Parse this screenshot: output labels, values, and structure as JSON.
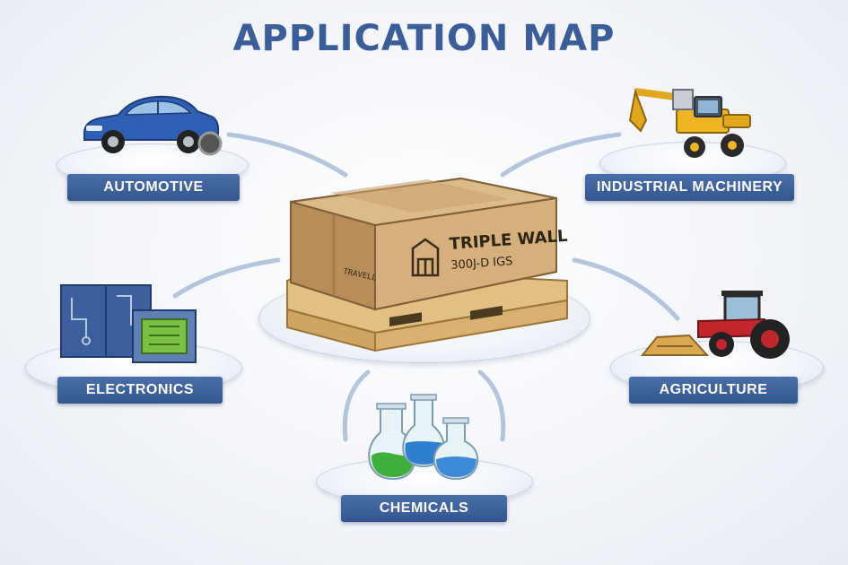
{
  "title": "APPLICATION MAP",
  "center": {
    "box_text_line1": "TRIPLE WALL",
    "box_text_line2": "300J-D IGS",
    "side_text": "TRAVELL",
    "icon": "cardboard-box-on-pallet-icon"
  },
  "applications": [
    {
      "label": "AUTOMOTIVE",
      "icon": "car-icon"
    },
    {
      "label": "INDUSTRIAL MACHINERY",
      "icon": "excavator-icon"
    },
    {
      "label": "ELECTRONICS",
      "icon": "electronic-enclosure-icon"
    },
    {
      "label": "AGRICULTURE",
      "icon": "tractor-icon"
    },
    {
      "label": "CHEMICALS",
      "icon": "flask-icon"
    }
  ],
  "colors": {
    "title": "#3b5e98",
    "label_bg": "#3d629c",
    "label_text": "#ffffff",
    "connector": "#9eb3d1"
  }
}
